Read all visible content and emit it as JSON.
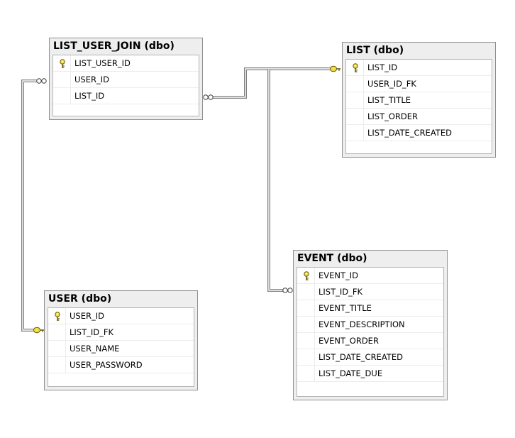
{
  "colors": {
    "canvas": "#ffffff",
    "table_header_bg": "#eeeeee",
    "table_border": "#8f8f8f",
    "connector": "#808080",
    "key_icon": "#f0e040"
  },
  "tables": [
    {
      "title": "LIST_USER_JOIN (dbo)",
      "columns": [
        {
          "name": "LIST_USER_ID",
          "pk": true
        },
        {
          "name": "USER_ID",
          "pk": false
        },
        {
          "name": "LIST_ID",
          "pk": false
        }
      ]
    },
    {
      "title": "LIST (dbo)",
      "columns": [
        {
          "name": "LIST_ID",
          "pk": true
        },
        {
          "name": "USER_ID_FK",
          "pk": false
        },
        {
          "name": "LIST_TITLE",
          "pk": false
        },
        {
          "name": "LIST_ORDER",
          "pk": false
        },
        {
          "name": "LIST_DATE_CREATED",
          "pk": false
        }
      ]
    },
    {
      "title": "USER (dbo)",
      "columns": [
        {
          "name": "USER_ID",
          "pk": true
        },
        {
          "name": "LIST_ID_FK",
          "pk": false
        },
        {
          "name": "USER_NAME",
          "pk": false
        },
        {
          "name": "USER_PASSWORD",
          "pk": false
        }
      ]
    },
    {
      "title": "EVENT (dbo)",
      "columns": [
        {
          "name": "EVENT_ID",
          "pk": true
        },
        {
          "name": "LIST_ID_FK",
          "pk": false
        },
        {
          "name": "EVENT_TITLE",
          "pk": false
        },
        {
          "name": "EVENT_DESCRIPTION",
          "pk": false
        },
        {
          "name": "EVENT_ORDER",
          "pk": false
        },
        {
          "name": "LIST_DATE_CREATED",
          "pk": false
        },
        {
          "name": "LIST_DATE_DUE",
          "pk": false
        }
      ]
    }
  ],
  "relationships": [
    {
      "from": "LIST_USER_JOIN (dbo)",
      "to": "LIST (dbo)",
      "from_end": "many",
      "to_end": "one"
    },
    {
      "from": "LIST_USER_JOIN (dbo)",
      "to": "USER (dbo)",
      "from_end": "many",
      "to_end": "one"
    },
    {
      "from": "EVENT (dbo)",
      "to": "LIST (dbo)",
      "from_end": "many",
      "to_end": "one"
    }
  ]
}
